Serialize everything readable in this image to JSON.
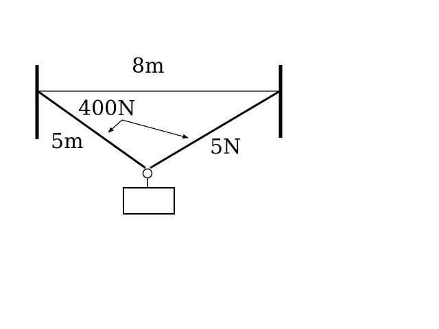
{
  "labels": {
    "span": "8m",
    "force_label": "400N",
    "left_rope_length": "5m",
    "right_rope_label": "5N"
  },
  "colors": {
    "ink": "#000000",
    "background": "#ffffff"
  }
}
